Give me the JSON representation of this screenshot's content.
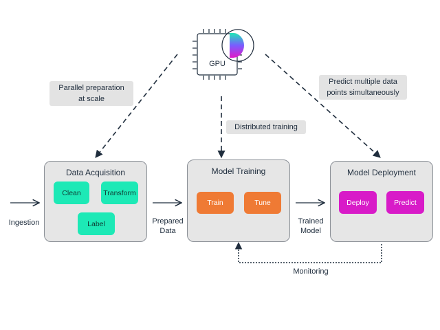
{
  "gpu": {
    "label": "GPU"
  },
  "notes": {
    "parallel_prep": [
      "Parallel preparation",
      "at scale"
    ],
    "distributed": "Distributed training",
    "predict_multi": [
      "Predict multiple data",
      "points simultaneously"
    ]
  },
  "stages": {
    "acquisition": {
      "title": "Data Acquisition",
      "chips": [
        "Clean",
        "Transform",
        "Label"
      ]
    },
    "training": {
      "title": "Model Training",
      "chips": [
        "Train",
        "Tune"
      ]
    },
    "deployment": {
      "title": "Model Deployment",
      "chips": [
        "Deploy",
        "Predict"
      ]
    }
  },
  "flow": {
    "ingestion": "Ingestion",
    "prepared": [
      "Prepared",
      "Data"
    ],
    "trained": [
      "Trained",
      "Model"
    ],
    "monitoring": "Monitoring"
  },
  "colors": {
    "stage_bg": "#e6e6e6",
    "chip_green": "#1de9b6",
    "chip_orange": "#ef7a34",
    "chip_magenta": "#d81bc8",
    "arrow_navy": "#1f2d3d"
  }
}
